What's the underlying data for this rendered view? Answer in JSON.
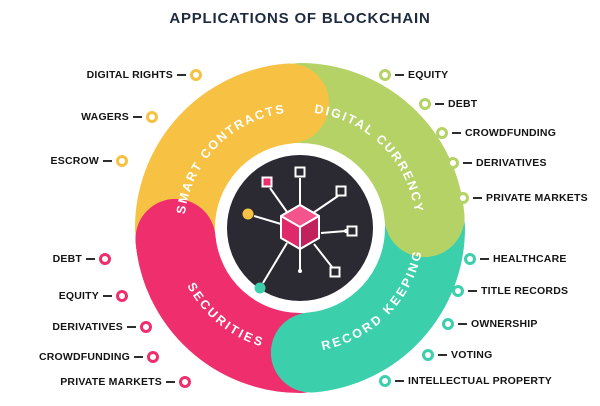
{
  "title": "APPLICATIONS OF BLOCKCHAIN",
  "quadrants": [
    {
      "id": "smart-contracts",
      "name": "SMART CONTRACTS",
      "color": "#F7C243",
      "items": [
        "DIGITAL RIGHTS",
        "WAGERS",
        "ESCROW"
      ]
    },
    {
      "id": "digital-currency",
      "name": "DIGITAL CURRENCY",
      "color": "#B4D266",
      "items": [
        "EQUITY",
        "DEBT",
        "CROWDFUNDING",
        "DERIVATIVES",
        "PRIVATE MARKETS"
      ]
    },
    {
      "id": "securities",
      "name": "SECURITIES",
      "color": "#EF2E6E",
      "items": [
        "DEBT",
        "EQUITY",
        "DERIVATIVES",
        "CROWDFUNDING",
        "PRIVATE MARKETS"
      ]
    },
    {
      "id": "record-keeping",
      "name": "RECORD KEEPING",
      "color": "#3CCFAC",
      "items": [
        "HEALTHCARE",
        "TITLE RECORDS",
        "OWNERSHIP",
        "VOTING",
        "INTELLECTUAL PROPERTY"
      ]
    }
  ],
  "center": {
    "icon": "blockchain-cube-network-icon",
    "background": "#2B2A33",
    "cube_color": "#E0296B"
  }
}
